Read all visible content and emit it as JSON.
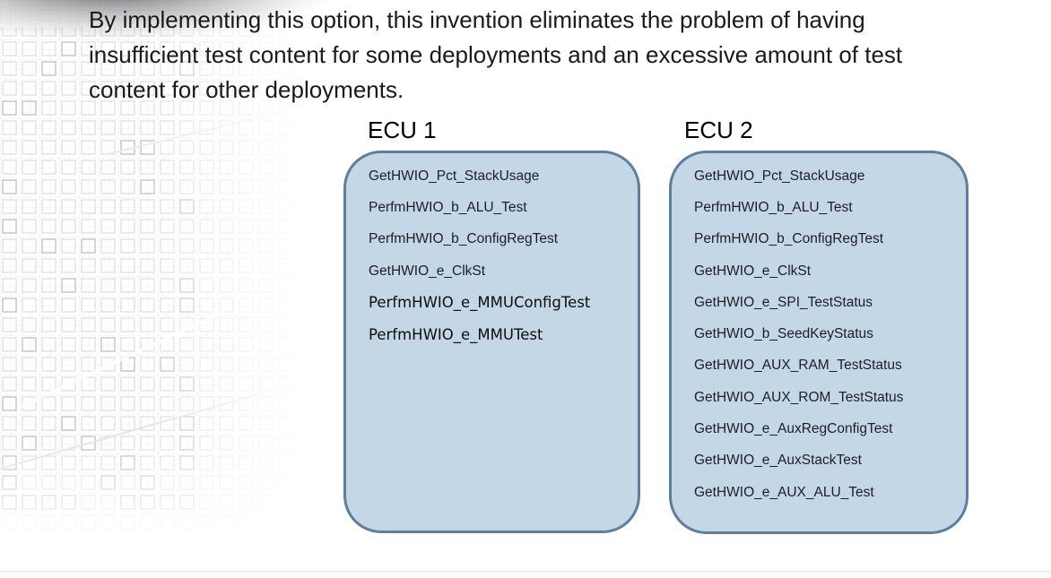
{
  "title": {
    "lines": [
      "By implementing this option, this invention eliminates the problem of having",
      "insufficient test content for some deployments and an excessive amount of test",
      "content for other deployments."
    ]
  },
  "ecus": [
    {
      "label": "ECU 1",
      "items": [
        {
          "label": "GetHWIO_Pct_StackUsage"
        },
        {
          "label": "PerfmHWIO_b_ALU_Test"
        },
        {
          "label": "PerfmHWIO_b_ConfigRegTest"
        },
        {
          "label": "GetHWIO_e_ClkSt"
        },
        {
          "label": "PerfmHWIO_e_MMUConfigTest",
          "variant": "alt"
        },
        {
          "label": "PerfmHWIO_e_MMUTest",
          "variant": "alt"
        }
      ]
    },
    {
      "label": "ECU 2",
      "items": [
        {
          "label": "GetHWIO_Pct_StackUsage"
        },
        {
          "label": "PerfmHWIO_b_ALU_Test"
        },
        {
          "label": "PerfmHWIO_b_ConfigRegTest"
        },
        {
          "label": "GetHWIO_e_ClkSt"
        },
        {
          "label": "GetHWIO_e_SPI_TestStatus"
        },
        {
          "label": "GetHWIO_b_SeedKeyStatus"
        },
        {
          "label": "GetHWIO_AUX_RAM_TestStatus"
        },
        {
          "label": "GetHWIO_AUX_ROM_TestStatus"
        },
        {
          "label": "GetHWIO_e_AuxRegConfigTest"
        },
        {
          "label": "GetHWIO_e_AuxStackTest"
        },
        {
          "label": "GetHWIO_e_AUX_ALU_Test"
        }
      ]
    }
  ],
  "colors": {
    "box_fill": "#c4d7e6",
    "box_border": "#5d7e9c"
  }
}
